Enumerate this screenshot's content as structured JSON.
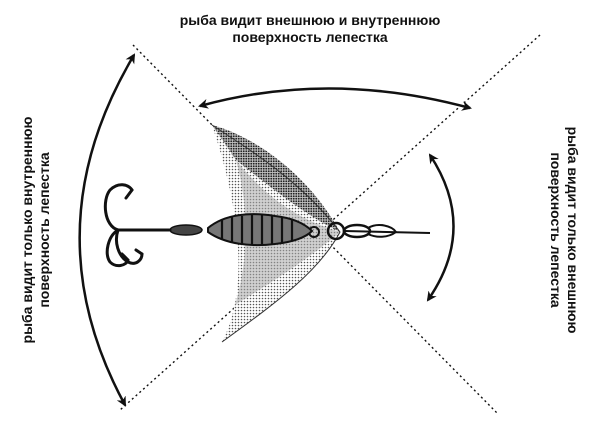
{
  "labels": {
    "top": {
      "line1": "рыба видит внешнюю и внутреннюю",
      "line2": "поверхность лепестка"
    },
    "left": {
      "line1": "рыба видит только внутреннюю",
      "line2": "поверхность лепестка"
    },
    "right": {
      "line1": "рыба видит только внешнюю",
      "line2": "поверхность лепестка"
    }
  },
  "colors": {
    "ink": "#111111",
    "background": "#ffffff",
    "blade_dark": "#2a2a2a",
    "blade_mid": "#8a8a8a",
    "blade_light": "#d4d4d4"
  },
  "icons": [
    "treble-hook-icon",
    "spinner-body-icon",
    "swivel-icon",
    "spinner-blade-icon"
  ]
}
